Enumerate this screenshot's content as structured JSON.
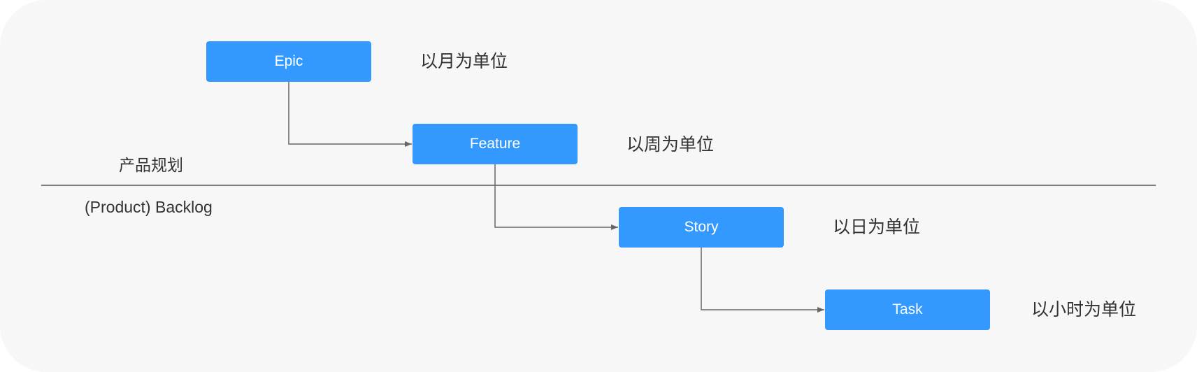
{
  "colors": {
    "box_fill": "#3399ff",
    "box_text": "#ffffff",
    "line": "#666666",
    "text": "#333333",
    "background": "#f7f7f7"
  },
  "upper_section_label": "产品规划",
  "lower_section_label": "(Product) Backlog",
  "levels": [
    {
      "name": "Epic",
      "unit": "以月为单位"
    },
    {
      "name": "Feature",
      "unit": "以周为单位"
    },
    {
      "name": "Story",
      "unit": "以日为单位"
    },
    {
      "name": "Task",
      "unit": "以小时为单位"
    }
  ]
}
